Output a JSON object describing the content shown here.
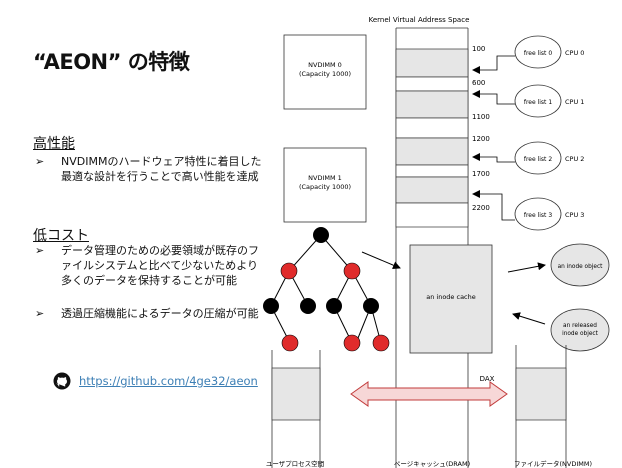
{
  "slide": {
    "title": "“AEON” の特徴",
    "section1": {
      "heading": "高性能",
      "bullets": [
        "NVDIMMのハードウェア特性に着目した最適な設計を行うことで高い性能を達成"
      ]
    },
    "section2": {
      "heading": "低コスト",
      "bullets": [
        "データ管理のための必要領域が既存のファイルシステムと比べて少ないためより多くのデータを保持することが可能",
        "透過圧縮機能によるデータの圧縮が可能"
      ]
    },
    "bullet_marker": "➢",
    "github_link": "https://github.com/4ge32/aeon"
  },
  "diagram": {
    "kvas_title": "Kernel Virtual Address Space",
    "nvdimm0": [
      "NVDIMM 0",
      "(Capacity 1000)"
    ],
    "nvdimm1": [
      "NVDIMM 1",
      "(Capacity 1000)"
    ],
    "addresses": [
      "100",
      "600",
      "1100",
      "1200",
      "1700",
      "2200"
    ],
    "free_lists": [
      "free list 0",
      "free list 1",
      "free list 2",
      "free list 3"
    ],
    "cpus": [
      "CPU 0",
      "CPU 1",
      "CPU 2",
      "CPU 3"
    ],
    "inode_cache": "an inode cache",
    "inode_object": "an inode object",
    "released_inode": [
      "an released",
      "inode object"
    ],
    "dax": "DAX",
    "bottom_labels": [
      "ユーザプロセス空間",
      "ページキャッシュ(DRAM)",
      "ファイルデータ(NVDIMM)"
    ],
    "colors": {
      "red": "#e02b2b",
      "black": "#000000",
      "cache_fill": "#e6e6e6",
      "arrow_fill": "#f7d7d7",
      "arrow_stroke": "#c23b3b"
    }
  }
}
